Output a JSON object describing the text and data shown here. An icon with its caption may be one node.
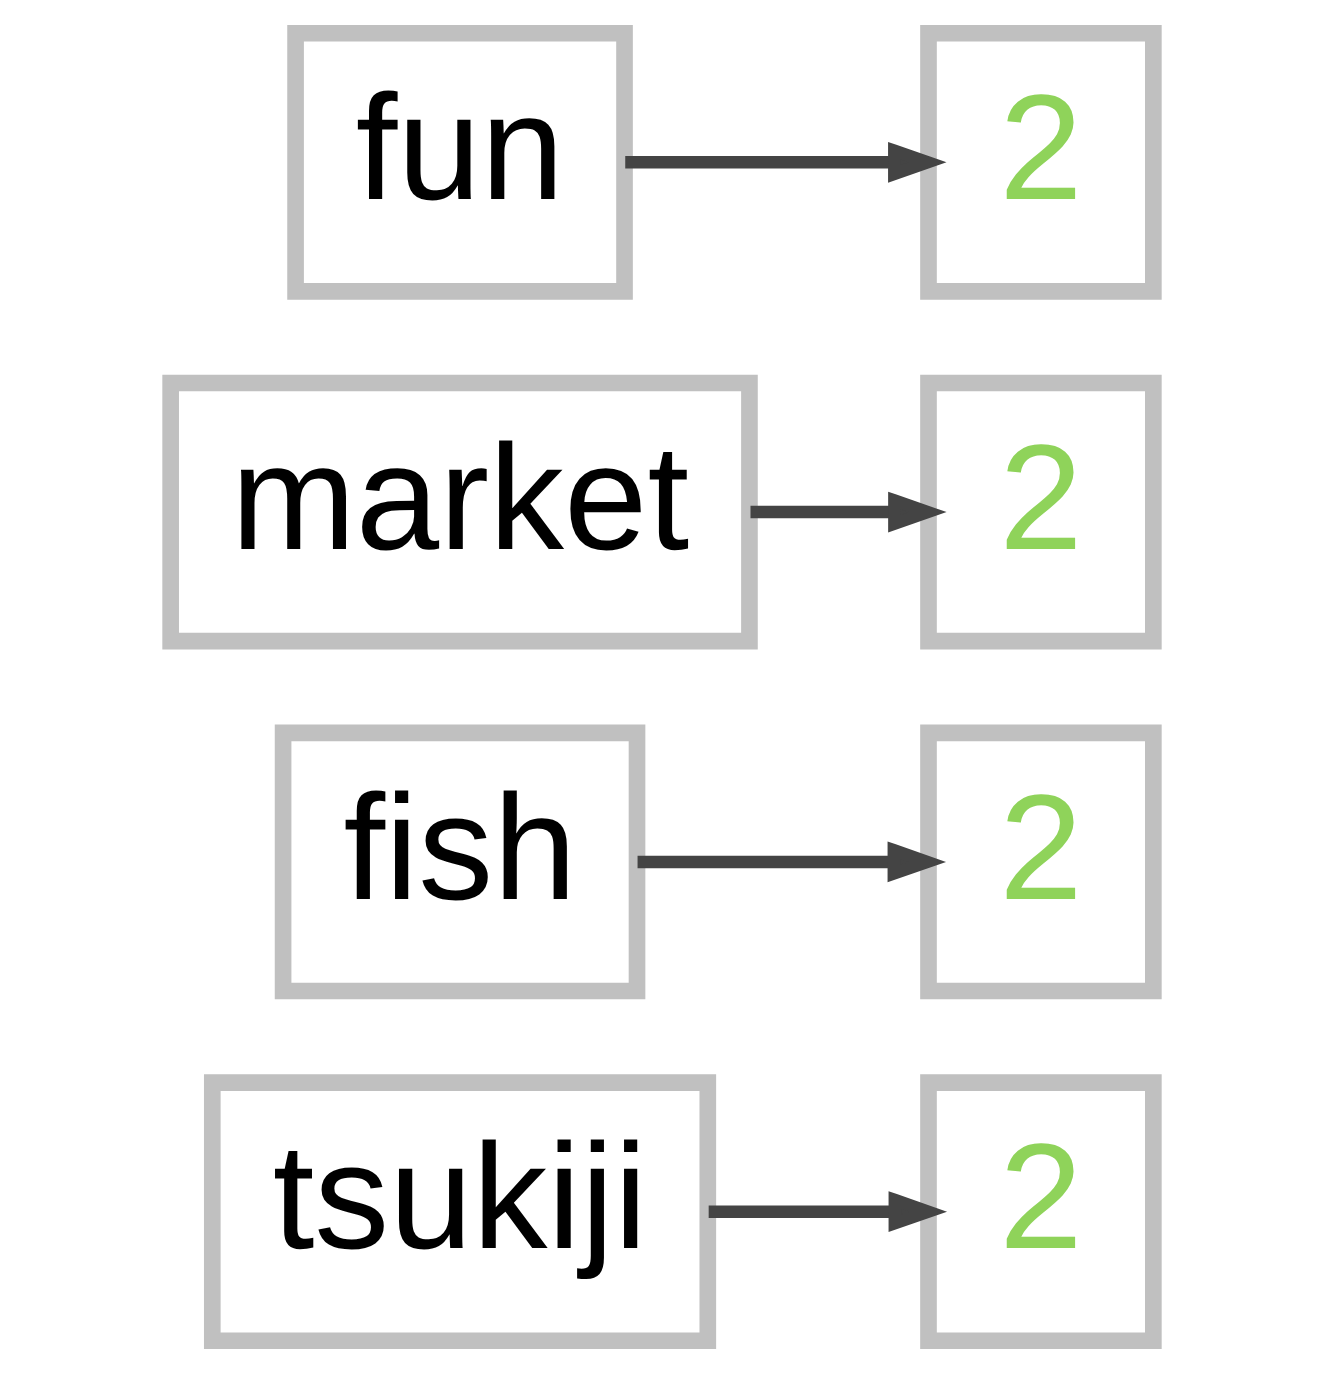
{
  "diagram": {
    "nodes": [
      {
        "text": [
          "tsukiji"
        ]
      },
      {
        "text": [
          "2"
        ]
      },
      {
        "text": [
          "fish"
        ]
      },
      {
        "text": [
          "2"
        ]
      },
      {
        "text": [
          "market"
        ]
      },
      {
        "text": [
          "2"
        ]
      },
      {
        "text": [
          "fun"
        ]
      },
      {
        "text": [
          "2"
        ]
      }
    ],
    "edges": [
      {
        "from": 0,
        "to": 1,
        "arrow": "to"
      },
      {
        "from": 2,
        "to": 3,
        "arrow": "to"
      },
      {
        "from": 4,
        "to": 5,
        "arrow": "to"
      },
      {
        "from": 6,
        "to": 7,
        "arrow": "to"
      }
    ]
  }
}
